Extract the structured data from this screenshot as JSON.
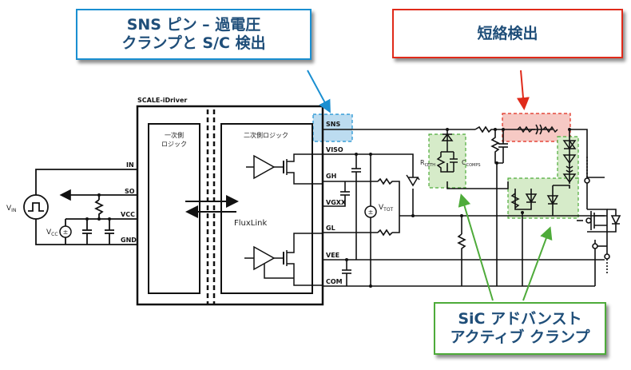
{
  "callouts": {
    "sns": {
      "line1": "SNS ピン – 過電圧",
      "line2": "クランプと S/C 検出",
      "color": "#1a8fd1"
    },
    "short_circuit": {
      "label": "短絡検出",
      "color": "#e02a1a"
    },
    "active_clamp": {
      "line1": "SiC アドバンスト",
      "line2": "アクティブ クランプ",
      "color": "#4eab3a"
    }
  },
  "driver": {
    "title": "SCALE-iDriver",
    "primary_logic": {
      "line1": "一次側",
      "line2": "ロジック"
    },
    "secondary_logic": "二次側ロジック",
    "isolation": "FluxLink"
  },
  "pins": {
    "primary": [
      "IN",
      "SO",
      "VCC",
      "GND"
    ],
    "secondary": [
      "SNS",
      "VISO",
      "GH",
      "VGXX",
      "GL",
      "VEE",
      "COM"
    ]
  },
  "components": {
    "vin": {
      "main": "V",
      "sub": "IN"
    },
    "vcc": {
      "main": "V",
      "sub": "CC"
    },
    "vtot": {
      "main": "V",
      "sub": "TOT"
    },
    "rceth": {
      "main": "R",
      "sub": "CETH"
    },
    "ccomps": {
      "main": "C",
      "sub": "COMPS"
    }
  },
  "colors": {
    "text_dark": "#1f4e79",
    "sns_fill": "#bcdcf0",
    "red_fill": "#f6c9c4",
    "green_fill": "#d6ebc9"
  }
}
